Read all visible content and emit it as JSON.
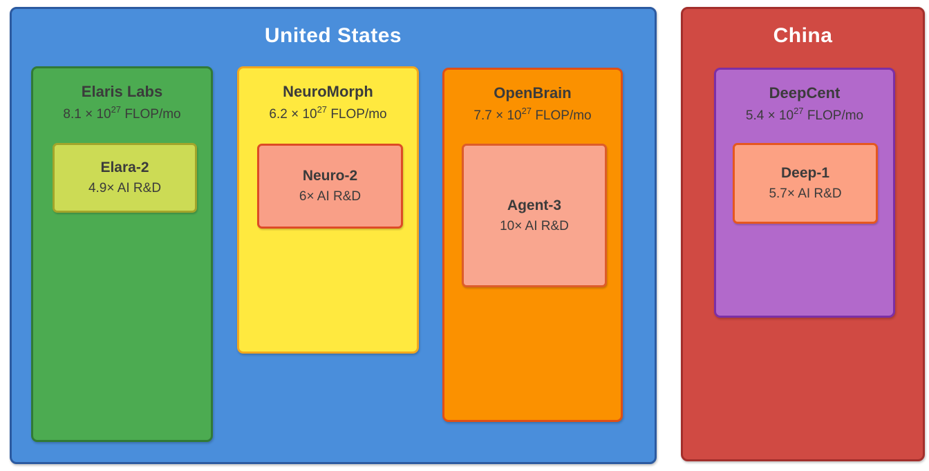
{
  "canvas": {
    "background": "#ffffff",
    "text_color": "#3b3b3b"
  },
  "countries": [
    {
      "name": "United States",
      "fill": "#4a8edb",
      "border": "#2c5aa0",
      "title_color": "#ffffff",
      "companies": [
        {
          "name": "Elaris Labs",
          "flop": {
            "base": "8.1 × 10",
            "exp": "27",
            "suffix": " FLOP/mo"
          },
          "fill": "#4cab51",
          "border": "#317a36",
          "model": {
            "name": "Elara-2",
            "rnd": "4.9× AI R&D",
            "fill": "#ccdb55",
            "border": "#a2a52b"
          }
        },
        {
          "name": "NeuroMorph",
          "flop": {
            "base": "6.2 × 10",
            "exp": "27",
            "suffix": " FLOP/mo"
          },
          "fill": "#ffe93f",
          "border": "#f3a71d",
          "model": {
            "name": "Neuro-2",
            "rnd": "6× AI R&D",
            "fill": "#f99f87",
            "border": "#dd4b26"
          }
        },
        {
          "name": "OpenBrain",
          "flop": {
            "base": "7.7 × 10",
            "exp": "27",
            "suffix": " FLOP/mo"
          },
          "fill": "#fb9100",
          "border": "#e04f16",
          "model": {
            "name": "Agent-3",
            "rnd": "10× AI R&D",
            "fill": "#f9a68f",
            "border": "#dd5c2a"
          }
        }
      ]
    },
    {
      "name": "China",
      "fill": "#d04a43",
      "border": "#a32f2c",
      "title_color": "#ffffff",
      "companies": [
        {
          "name": "DeepCent",
          "flop": {
            "base": "5.4 × 10",
            "exp": "27",
            "suffix": " FLOP/mo"
          },
          "fill": "#b269cb",
          "border": "#7c2fa6",
          "model": {
            "name": "Deep-1",
            "rnd": "5.7× AI R&D",
            "fill": "#fca183",
            "border": "#e5571f"
          }
        }
      ]
    }
  ]
}
